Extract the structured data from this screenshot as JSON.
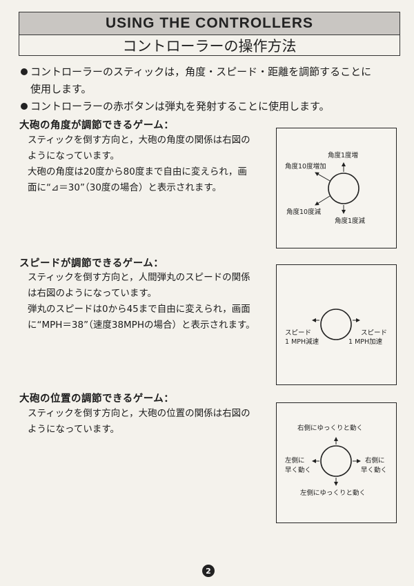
{
  "header": {
    "title_en": "USING THE CONTROLLERS",
    "title_ja": "コントローラーの操作方法"
  },
  "intro": {
    "bullet1_line1": "コントローラーのスティックは，角度・スピード・距離を調節することに",
    "bullet1_line2": "使用します。",
    "bullet2": "コントローラーの赤ボタンは弾丸を発射することに使用します。"
  },
  "sections": [
    {
      "title": "大砲の角度が調節できるゲーム：",
      "lines": [
        "スティックを倒す方向と，大砲の角度の関係は右図の",
        "ようになっています。",
        "大砲の角度は20度から80度まで自由に変えられ，画",
        "面に“⊿＝30”（30度の場合）と表示されます。"
      ],
      "diagram": {
        "up": "角度1度増",
        "upper_left": "角度10度増加",
        "lower_left": "角度10度減",
        "down": "角度1度減"
      }
    },
    {
      "title": "スピードが調節できるゲーム：",
      "lines": [
        "スティックを倒す方向と，人間弾丸のスピードの関係",
        "は右図のようになっています。",
        "弾丸のスピードは0から45まで自由に変えられ，画面",
        "に“MPH＝38”（速度38MPHの場合）と表示されます。"
      ],
      "diagram": {
        "left_line1": "スピード",
        "left_line2": "1 MPH減速",
        "right_line1": "スピード",
        "right_line2": "1 MPH加速"
      }
    },
    {
      "title": "大砲の位置の調節できるゲーム：",
      "lines": [
        "スティックを倒す方向と，大砲の位置の関係は右図の",
        "ようになっています。"
      ],
      "diagram": {
        "up": "右側にゆっくりと動く",
        "left_line1": "左側に",
        "left_line2": "早く動く",
        "right_line1": "右側に",
        "right_line2": "早く動く",
        "down": "左側にゆっくりと動く"
      }
    }
  ],
  "page_number": "2"
}
